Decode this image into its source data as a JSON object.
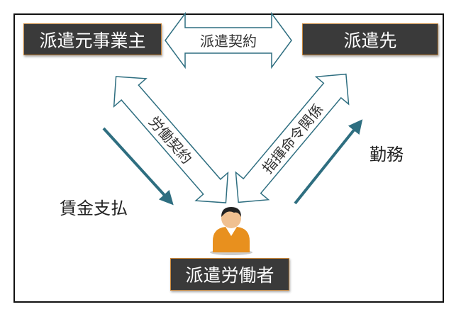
{
  "dispatcher": "派遣元事業主",
  "client": "派遣先",
  "worker": "派遣労働者",
  "dispatch_contract": "派遣契約",
  "labor_contract": "労働契約",
  "command_relation": "指揮命令関係",
  "wage_payment": "賃金支払",
  "work": "勤務",
  "colors": {
    "box": "#3a3a3a",
    "box_border": "#c8863a",
    "arrow": "#2e6e80",
    "person": "#e8901e"
  }
}
